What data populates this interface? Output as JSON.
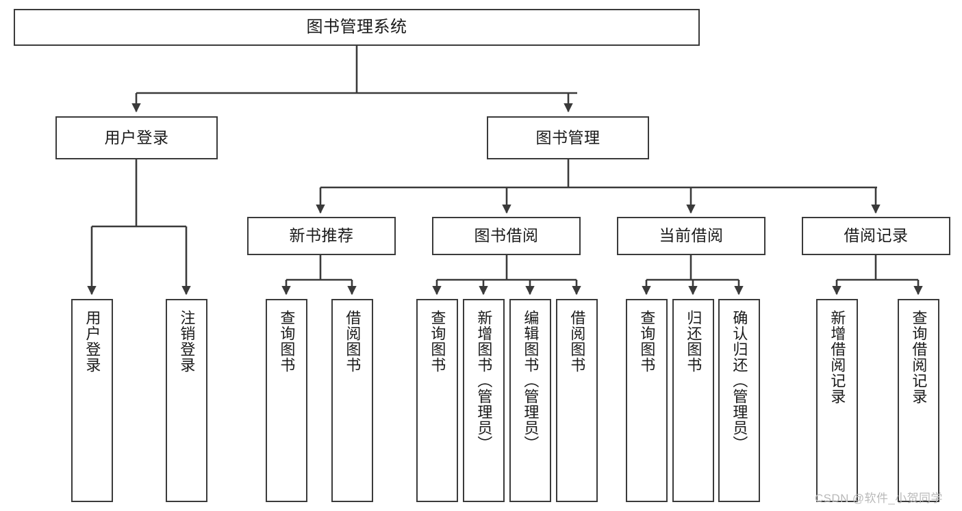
{
  "diagram": {
    "type": "tree",
    "title": "图书管理系统",
    "root": {
      "label": "图书管理系统"
    },
    "level2": [
      {
        "label": "用户登录"
      },
      {
        "label": "图书管理"
      }
    ],
    "level3": [
      {
        "label": "新书推荐"
      },
      {
        "label": "图书借阅"
      },
      {
        "label": "当前借阅"
      },
      {
        "label": "借阅记录"
      }
    ],
    "leaves": {
      "user_login": [
        {
          "label": "用户登录"
        },
        {
          "label": "注销登录"
        }
      ],
      "new_book_recommend": [
        {
          "label": "查询图书"
        },
        {
          "label": "借阅图书"
        }
      ],
      "book_borrow": [
        {
          "label": "查询图书"
        },
        {
          "label": "新增图书（管理员）"
        },
        {
          "label": "编辑图书（管理员）"
        },
        {
          "label": "借阅图书"
        }
      ],
      "current_borrow": [
        {
          "label": "查询图书"
        },
        {
          "label": "归还图书"
        },
        {
          "label": "确认归还（管理员）"
        }
      ],
      "borrow_record": [
        {
          "label": "新增借阅记录"
        },
        {
          "label": "查询借阅记录"
        }
      ]
    }
  },
  "watermark": {
    "text": "CSDN @软件_小贺同学"
  },
  "colors": {
    "box_border": "#3a3a3a",
    "box_fill": "#ffffff",
    "line": "#3a3a3a",
    "text": "#1a1a1a",
    "watermark": "#b9b9b9"
  }
}
